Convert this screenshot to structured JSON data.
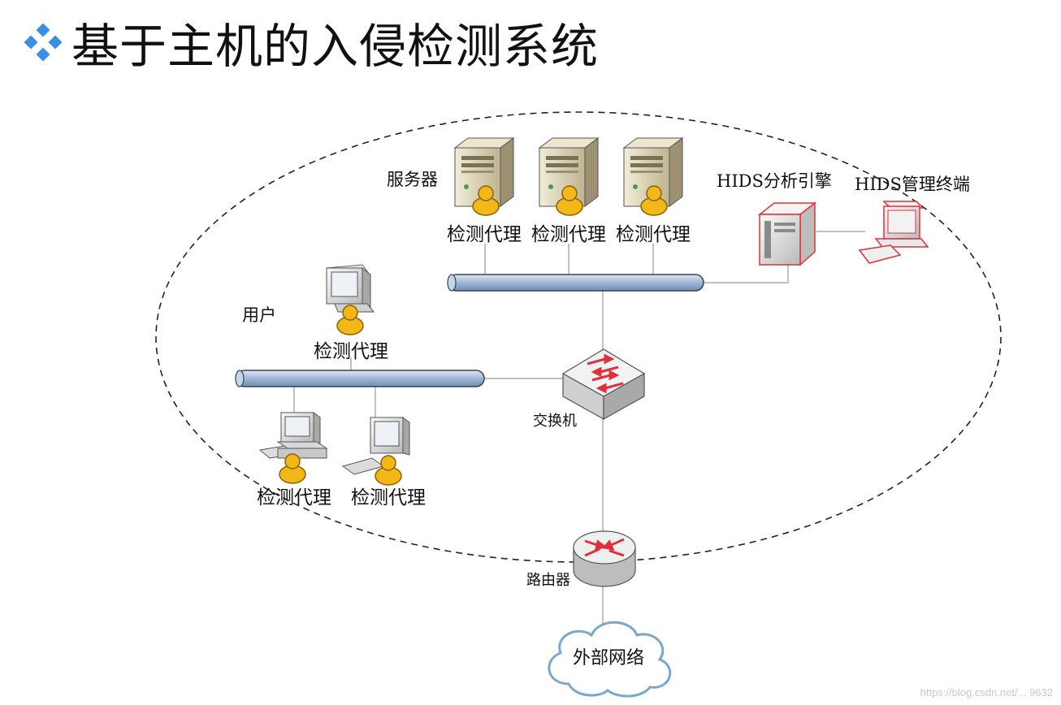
{
  "title": "基于主机的入侵检测系统",
  "labels": {
    "servers": "服务器",
    "agent": "检测代理",
    "hids_engine": "HIDS分析引擎",
    "hids_terminal": "HIDS管理终端",
    "users": "用户",
    "switch": "交换机",
    "router": "路由器",
    "external_network": "外部网络"
  },
  "watermark": "https://blog.csdn.net/... 9632",
  "colors": {
    "bus_fill": "#9fb7d6",
    "bus_stroke": "#33435f",
    "server_body": "#d8d0b4",
    "agent_yellow": "#f2b817",
    "alert_red": "#e0303a",
    "cloud_stroke": "#7aa6d0"
  }
}
